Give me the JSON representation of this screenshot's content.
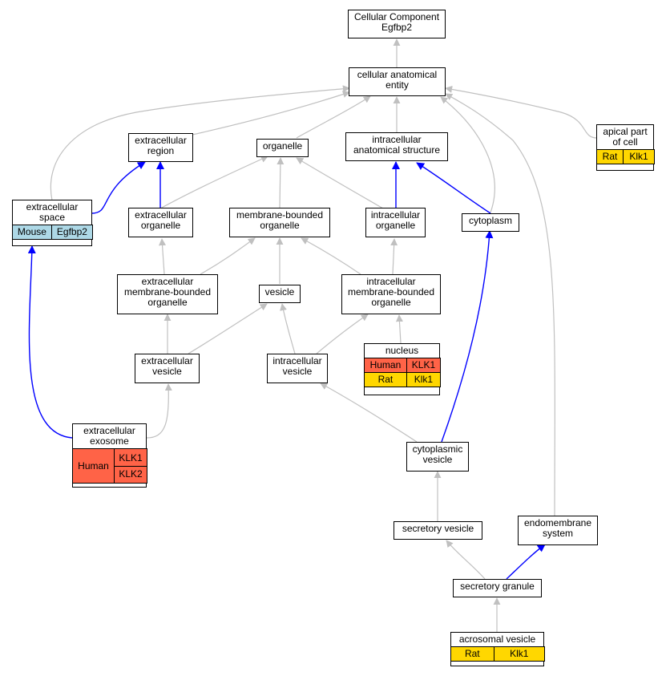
{
  "diagram": {
    "nodes": {
      "cellular_component": "Cellular Component\nEgfbp2",
      "cellular_anatomical_entity": "cellular anatomical\nentity",
      "extracellular_region": "extracellular\nregion",
      "organelle": "organelle",
      "intracellular_anatomical_structure": "intracellular\nanatomical structure",
      "apical_part_of_cell": "apical part\nof cell",
      "extracellular_space": "extracellular\nspace",
      "extracellular_organelle": "extracellular\norganelle",
      "membrane_bounded_organelle": "membrane-bounded\norganelle",
      "intracellular_organelle": "intracellular\norganelle",
      "cytoplasm": "cytoplasm",
      "extracellular_membrane_bounded_organelle": "extracellular\nmembrane-bounded\norganelle",
      "vesicle": "vesicle",
      "intracellular_membrane_bounded_organelle": "intracellular\nmembrane-bounded\norganelle",
      "nucleus": "nucleus",
      "extracellular_vesicle": "extracellular\nvesicle",
      "intracellular_vesicle": "intracellular\nvesicle",
      "extracellular_exosome": "extracellular\nexosome",
      "cytoplasmic_vesicle": "cytoplasmic\nvesicle",
      "secretory_vesicle": "secretory vesicle",
      "endomembrane_system": "endomembrane\nsystem",
      "secretory_granule": "secretory granule",
      "acrosomal_vesicle": "acrosomal vesicle"
    },
    "annotations": {
      "apical_rat": {
        "species": "Rat",
        "gene": "Klk1"
      },
      "space_mouse": {
        "species": "Mouse",
        "gene": "Egfbp2"
      },
      "nucleus_human": {
        "species": "Human",
        "gene": "KLK1"
      },
      "nucleus_rat": {
        "species": "Rat",
        "gene": "Klk1"
      },
      "exosome_human": {
        "species": "Human",
        "genes": [
          "KLK1",
          "KLK2"
        ]
      },
      "acrosomal_rat": {
        "species": "Rat",
        "gene": "Klk1"
      }
    },
    "colors": {
      "human": "#ff6347",
      "rat": "#ffd700",
      "mouse": "#add8e6",
      "edge_gray": "#c0c0c0",
      "edge_blue": "#0000ff"
    }
  }
}
